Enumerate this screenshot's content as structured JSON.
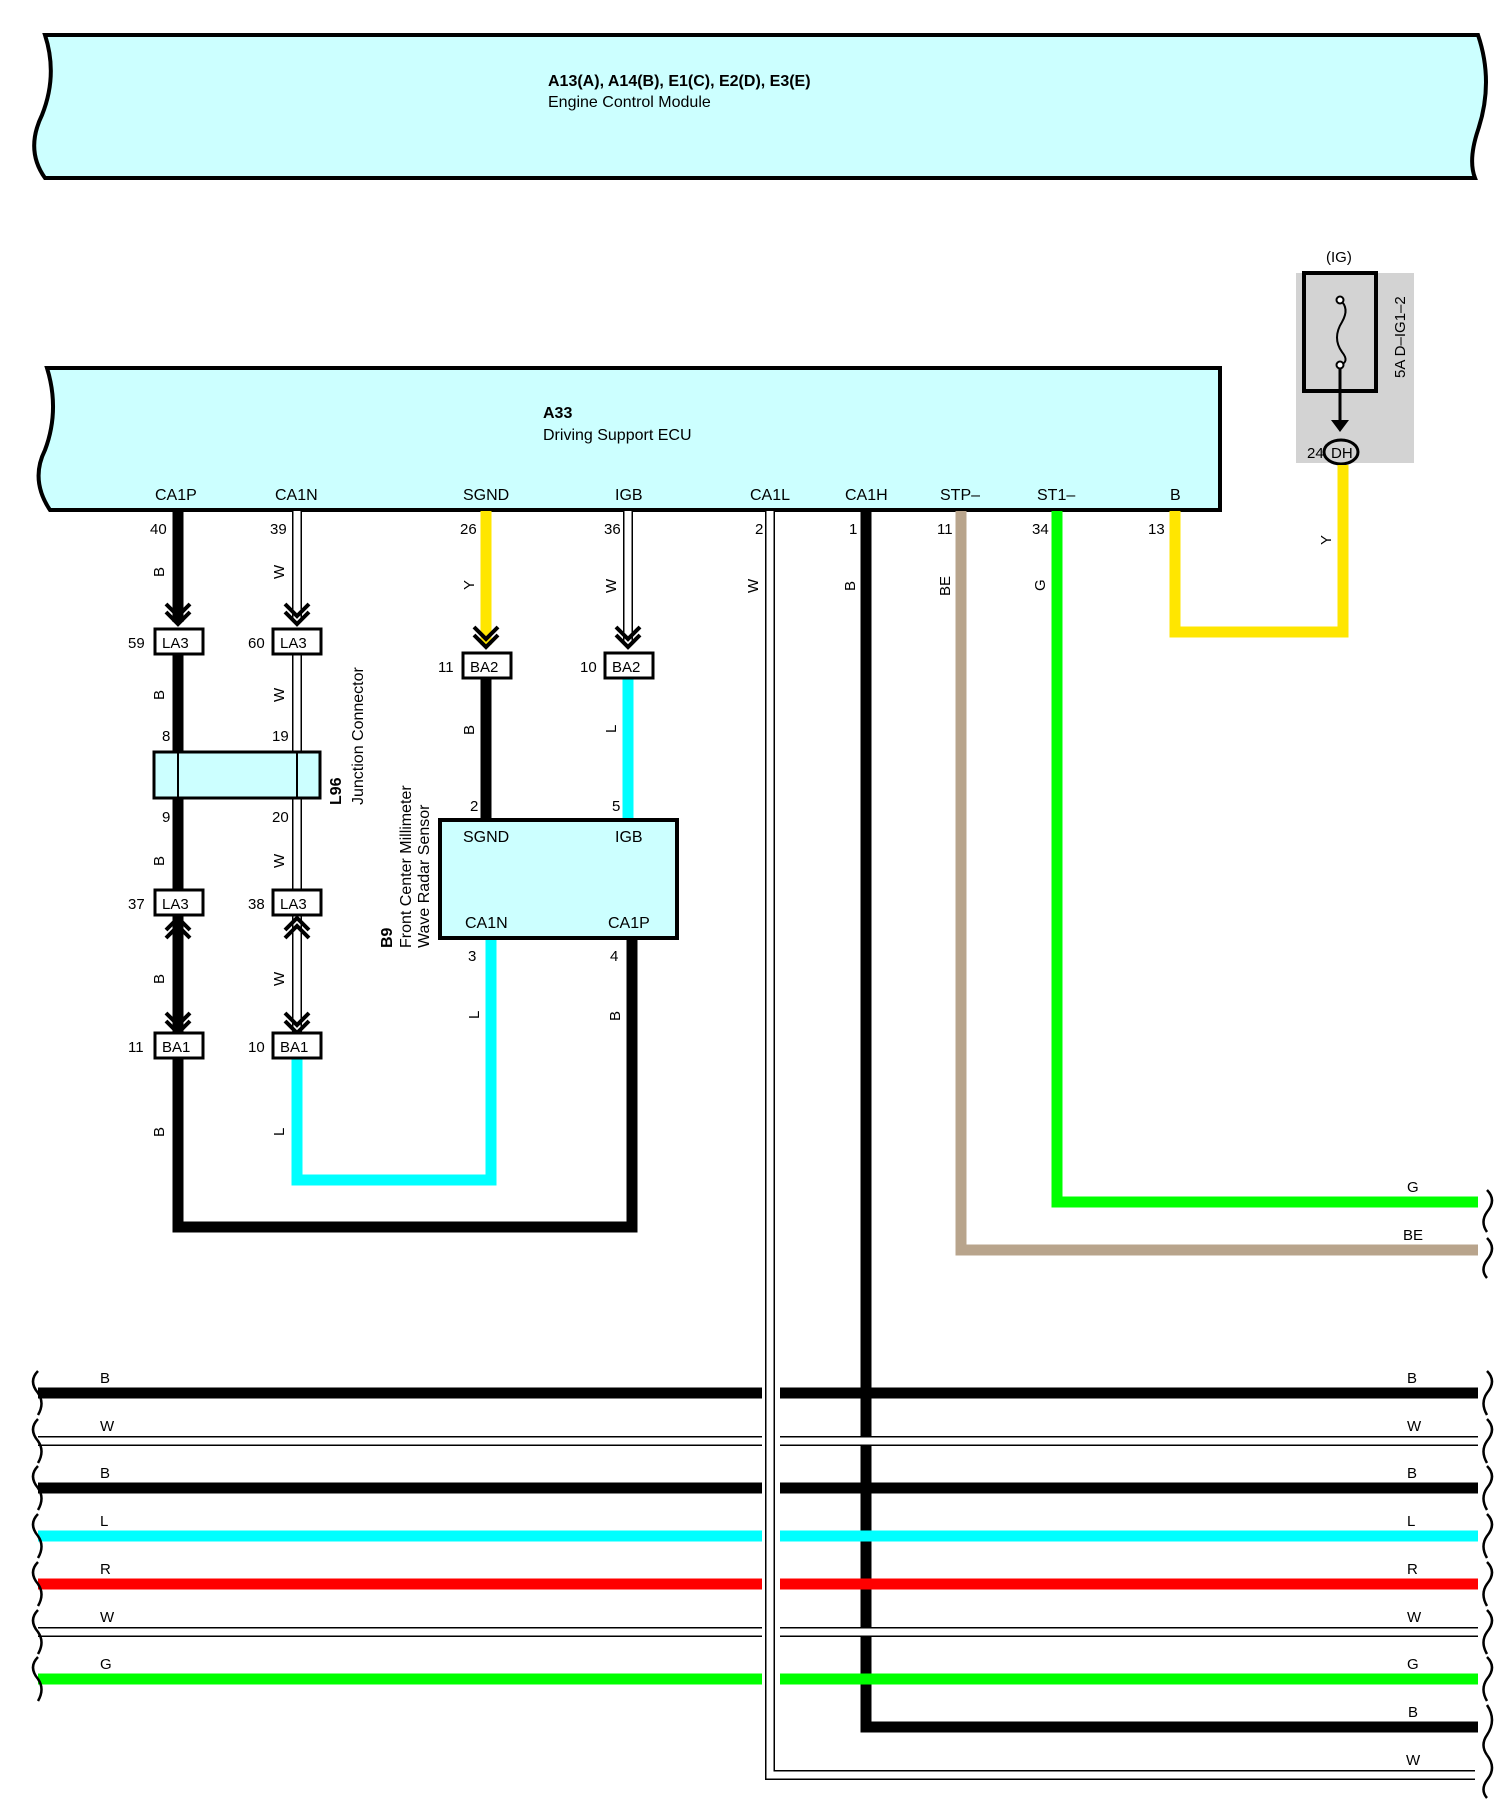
{
  "ecm": {
    "code": "A13(A), A14(B), E1(C), E2(D), E3(E)",
    "name": "Engine Control Module"
  },
  "ecu": {
    "code": "A33",
    "name": "Driving Support ECU",
    "pins": [
      {
        "name": "CA1P",
        "num": "40",
        "color": "B"
      },
      {
        "name": "CA1N",
        "num": "39",
        "color": "W"
      },
      {
        "name": "SGND",
        "num": "26",
        "color": "Y"
      },
      {
        "name": "IGB",
        "num": "36",
        "color": "W"
      },
      {
        "name": "CA1L",
        "num": "2",
        "color": "W"
      },
      {
        "name": "CA1H",
        "num": "1",
        "color": "B"
      },
      {
        "name": "STP–",
        "num": "11",
        "color": "BE"
      },
      {
        "name": "ST1–",
        "num": "34",
        "color": "G"
      },
      {
        "name": "B",
        "num": "13",
        "color": "Y"
      }
    ]
  },
  "fuse": {
    "label": "(IG)",
    "name": "5A D–IG1–2",
    "pin": "24",
    "connector": "DH"
  },
  "junction": {
    "code": "L96",
    "name": "Junction Connector",
    "pins": {
      "left_top": "8",
      "right_top": "19",
      "left_bottom": "9",
      "right_bottom": "20"
    },
    "wire_colors": {
      "left_top": "B",
      "right_top": "W",
      "left_bottom": "B",
      "right_bottom": "W"
    }
  },
  "connectors": [
    {
      "id": "la3-59",
      "pin": "59",
      "label": "LA3"
    },
    {
      "id": "la3-60",
      "pin": "60",
      "label": "LA3"
    },
    {
      "id": "ba2-11",
      "pin": "11",
      "label": "BA2"
    },
    {
      "id": "ba2-10",
      "pin": "10",
      "label": "BA2"
    },
    {
      "id": "la3-37",
      "pin": "37",
      "label": "LA3"
    },
    {
      "id": "la3-38",
      "pin": "38",
      "label": "LA3"
    },
    {
      "id": "ba1-11",
      "pin": "11",
      "label": "BA1"
    },
    {
      "id": "ba1-10",
      "pin": "10",
      "label": "BA1"
    }
  ],
  "sensor": {
    "code": "B9",
    "line1": "Front Center Millimeter",
    "line2": "Wave Radar Sensor",
    "pins": [
      {
        "name": "SGND",
        "num": "2",
        "color": "B"
      },
      {
        "name": "IGB",
        "num": "5",
        "color": "L"
      },
      {
        "name": "CA1N",
        "num": "3",
        "color": "L"
      },
      {
        "name": "CA1P",
        "num": "4",
        "color": "B"
      }
    ]
  },
  "wire_labels": {
    "la3_to_j_left": "B",
    "la3_to_j_right": "W",
    "la3b_to_ba1_left": "B",
    "la3b_to_ba1_right": "W",
    "ba1_left": "B",
    "ba1_right": "L",
    "fuse_wire": "Y"
  },
  "right_exits": [
    {
      "label": "G",
      "hex": "#00ff00"
    },
    {
      "label": "BE",
      "hex": "#b8a48c"
    }
  ],
  "bus_wires": [
    {
      "left": "B",
      "right": "B",
      "hex": "#000000"
    },
    {
      "left": "W",
      "right": "W",
      "hex": "#ffffff"
    },
    {
      "left": "B",
      "right": "B",
      "hex": "#000000"
    },
    {
      "left": "L",
      "right": "L",
      "hex": "#00ffff"
    },
    {
      "left": "R",
      "right": "R",
      "hex": "#ff0000"
    },
    {
      "left": "W",
      "right": "W",
      "hex": "#ffffff"
    },
    {
      "left": "G",
      "right": "G",
      "hex": "#00ff00"
    }
  ],
  "bottom_exits": [
    {
      "label": "B"
    },
    {
      "label": "W"
    }
  ],
  "colors": {
    "module_fill": "#ccffff",
    "fuse_bg": "#d3d3d3",
    "black": "#000000",
    "white": "#ffffff",
    "yellow": "#ffe600",
    "cyan": "#00ffff",
    "green": "#00ff00",
    "beige": "#b8a48c",
    "red": "#ff0000"
  }
}
